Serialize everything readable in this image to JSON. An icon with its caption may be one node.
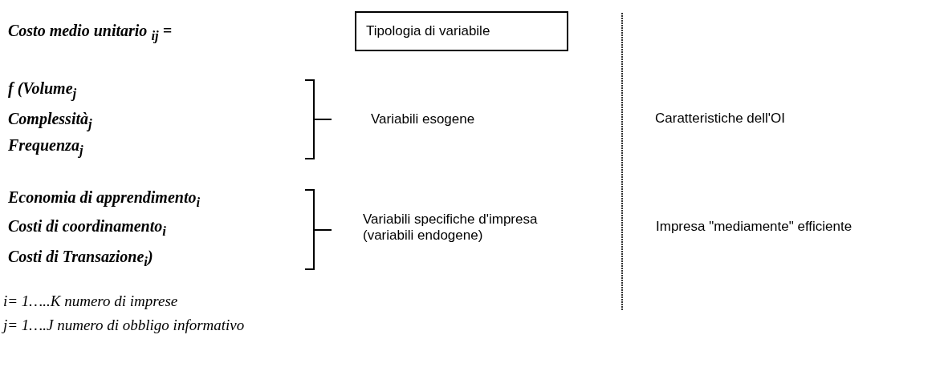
{
  "diagram": {
    "nodes": [
      {
        "text": [
          "Tipologia di variabile"
        ]
      }
    ],
    "labels": [
      "Costo medio unitario $_{ij}$ =",
      "f (Volume$_{j}$",
      "Complessità$_{j}$",
      "Frequenza$_{j}$",
      "Variabili esogene",
      "Caratteristiche dell'OI",
      "Economia di apprendimento$_{i}$",
      "Costi di coordinamento$_{i}$",
      "Costi di Transazione$_{i}$)",
      "Variabili specifiche d'impresa (variabili endogene)",
      "Impresa \"mediamente\" efficiente",
      "i= 1…..K numero di imprese",
      "j= 1….J numero di obbligo informativo"
    ]
  }
}
